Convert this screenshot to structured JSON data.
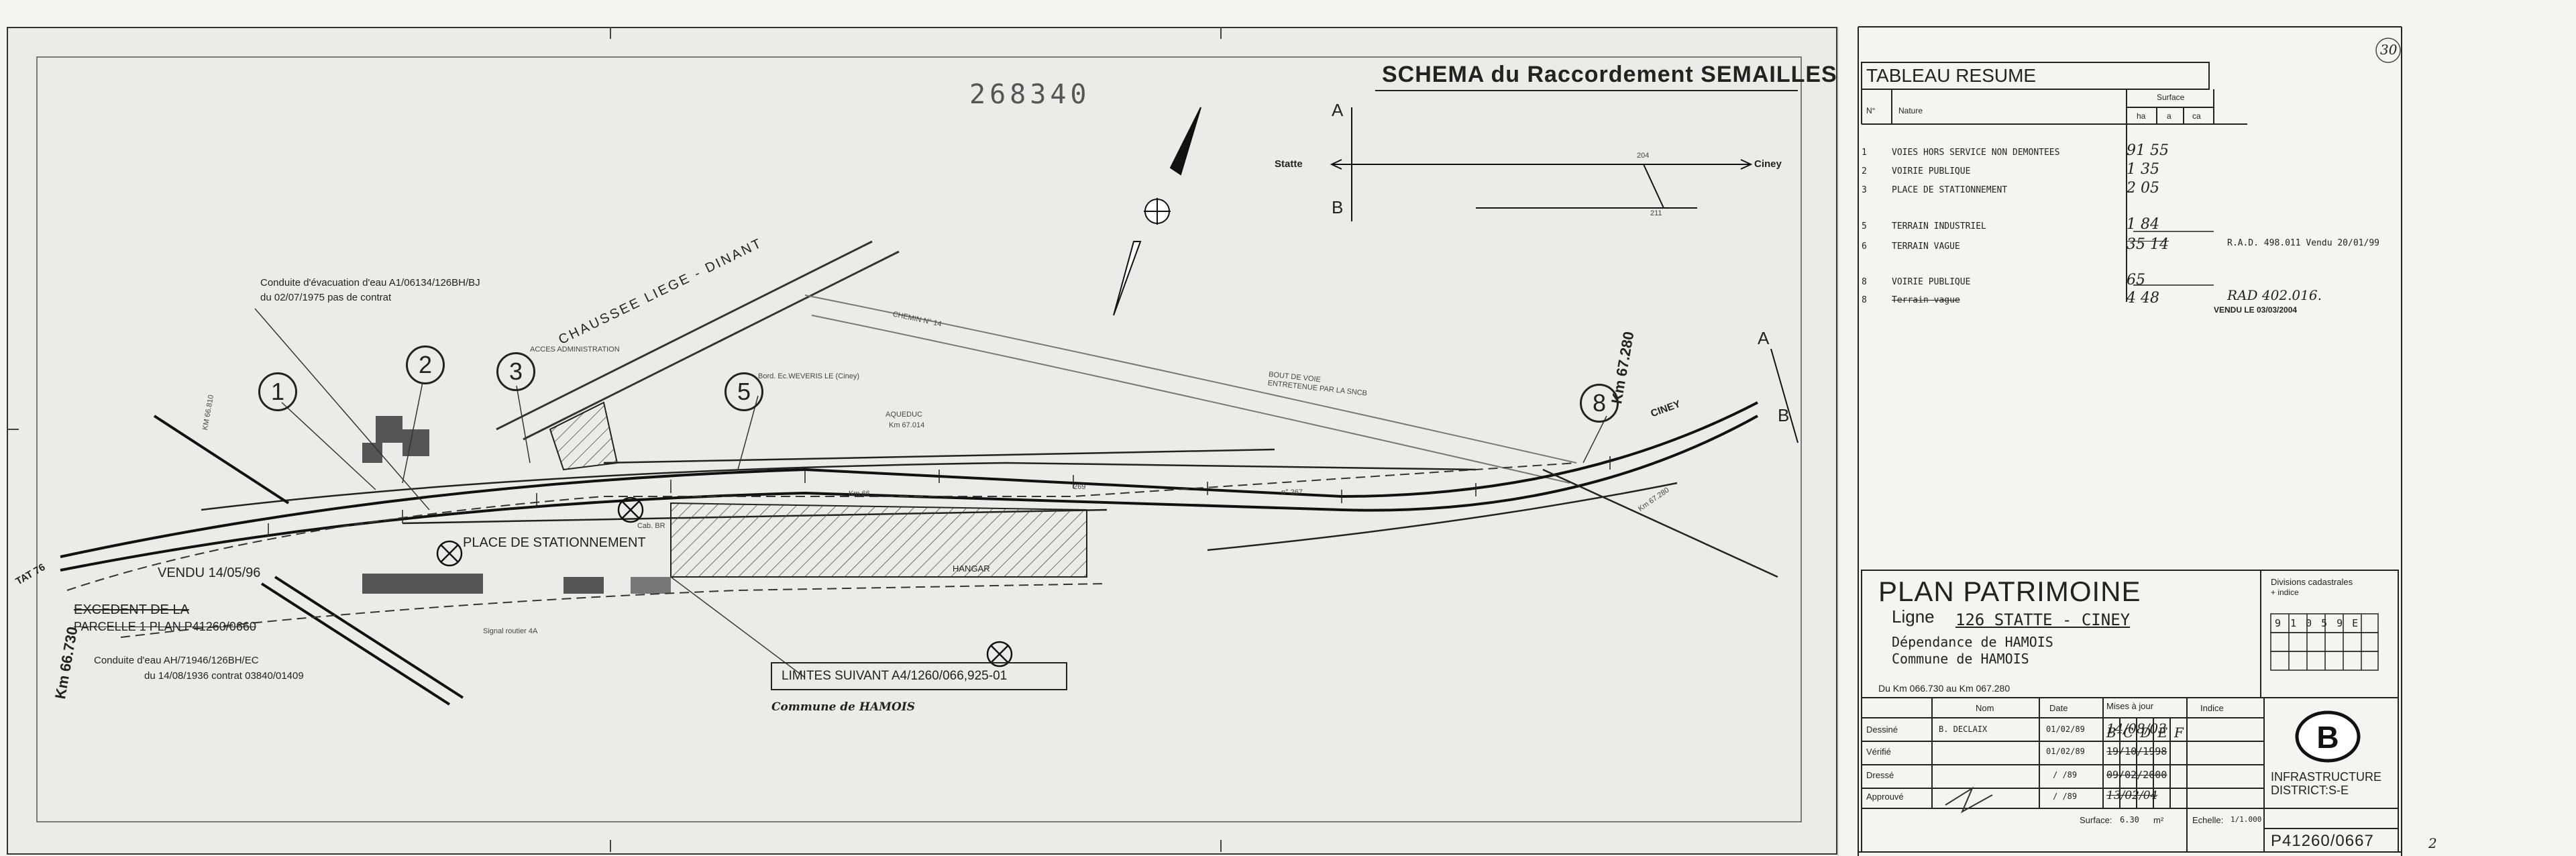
{
  "serial_number": "268340",
  "schema_title": "SCHEMA du Raccordement SEMAILLES",
  "directions": {
    "left": "Statte",
    "right": "Ciney"
  },
  "section_labels": {
    "a": "A",
    "b": "B",
    "a2": "A",
    "b2": "B"
  },
  "profile_marks": {
    "upper": "204",
    "lower": "211"
  },
  "notes": {
    "evacuation": "Conduite d'évacuation d'eau A1/06134/126BH/BJ",
    "evacuation_date": "du 02/07/1975  pas de contrat",
    "vendu": "VENDU 14/05/96",
    "excedent_line1": "EXCEDENT DE LA",
    "excedent_line2": "PARCELLE 1 PLAN P41260/0660",
    "conduite_eau": "Conduite d'eau AH/71946/126BH/EC",
    "conduite_eau_date": "du 14/08/1936 contrat 03840/01409",
    "limites": "LIMITES SUIVANT  A4/1260/066,925-01",
    "commune": "Commune de HAMOIS",
    "aqueduc": "AQUEDUC",
    "aqueduc_km": "Km 67.014",
    "hangar": "HANGAR",
    "place": "PLACE DE STATIONNEMENT",
    "chemin": "CHEMIN  N° 14",
    "chaussee": "CHAUSSEE   LIEGE - DINANT",
    "bout_voie": "BOUT DE VOIE ENTRETENUE PAR LA SNCB",
    "signal": "Signal routier 4A",
    "cabine": "Cab. BR",
    "km_left": "Km 66.730",
    "km_right": "Km 67.280",
    "km_top_right": "Km 67.280",
    "km_post": "KM 66.810",
    "tat": "TAT 76",
    "n_267": "n° 267",
    "ref_269": "269",
    "km_66": "Km 66",
    "ciney": "CINEY",
    "bord_ecluse": "Bord. Ec.WEVERIS LE (Ciney)",
    "acces": "ACCES ADMINISTRATION"
  },
  "circles": [
    "1",
    "2",
    "3",
    "5",
    "8"
  ],
  "tableau": {
    "title": "TABLEAU RESUME",
    "header": {
      "no": "N°",
      "nature": "Nature",
      "surface": "Surface",
      "ha": "ha",
      "a": "a",
      "ca": "ca"
    },
    "rows": [
      {
        "no": "1",
        "nature": "VOIES HORS SERVICE NON DEMONTEES",
        "surface": "91 55"
      },
      {
        "no": "2",
        "nature": "VOIRIE PUBLIQUE",
        "surface": "1 35"
      },
      {
        "no": "3",
        "nature": "PLACE DE STATIONNEMENT",
        "surface": "2 05"
      },
      {
        "no": "5",
        "nature": "TERRAIN INDUSTRIEL",
        "surface": "1 84"
      },
      {
        "no": "6",
        "nature": "TERRAIN VAGUE",
        "surface": "35 14",
        "note": "R.A.D. 498.011  Vendu 20/01/99"
      },
      {
        "no": "8",
        "nature": "VOIRIE PUBLIQUE",
        "surface": "65"
      },
      {
        "no": "8",
        "nature": "Terrain vague",
        "surface": "4 48",
        "note": "RAD 402.016.",
        "note2": "VENDU LE 03/03/2004"
      }
    ]
  },
  "sheet_number_top": "30",
  "plan": {
    "title": "PLAN PATRIMOINE",
    "ligne_label": "Ligne",
    "ligne_value": "126 STATTE - CINEY",
    "dependance": "Dépendance de HAMOIS",
    "commune": "Commune de HAMOIS",
    "km_range": "Du Km 066.730 au Km 067.280",
    "divisions_label": "Divisions cadastrales",
    "divisions_sub": "+ indice",
    "divisions_cells": [
      "9",
      "1",
      "0",
      "5",
      "9",
      "E"
    ],
    "table_header": {
      "nom": "Nom",
      "date": "Date",
      "mises": "Mises à jour",
      "indice": "Indice"
    },
    "table_rows": [
      {
        "label": "Dessiné",
        "nom": "B. DECLAIX",
        "date": "01/02/89",
        "mise": "14/08/03"
      },
      {
        "label": "Vérifié",
        "nom": "",
        "date": "01/02/89",
        "mise": "19/10/1998"
      },
      {
        "label": "Dressé",
        "nom": "",
        "date": "/ /89",
        "mise": "09/02/2000"
      },
      {
        "label": "Approuvé",
        "nom": "",
        "date": "/ /89",
        "mise": "13/02/04"
      }
    ],
    "indices": [
      "B",
      "C",
      "D",
      "E",
      "F"
    ],
    "surface_label": "Surface:",
    "surface_value": "6.30",
    "surface_unit": "m²",
    "echelle_label": "Echelle:",
    "echelle_value": "1/1.000",
    "infra_line1": "INFRASTRUCTURE",
    "infra_line2": "DISTRICT:S-E",
    "plan_number": "P41260/0667",
    "corner_note": "2"
  }
}
